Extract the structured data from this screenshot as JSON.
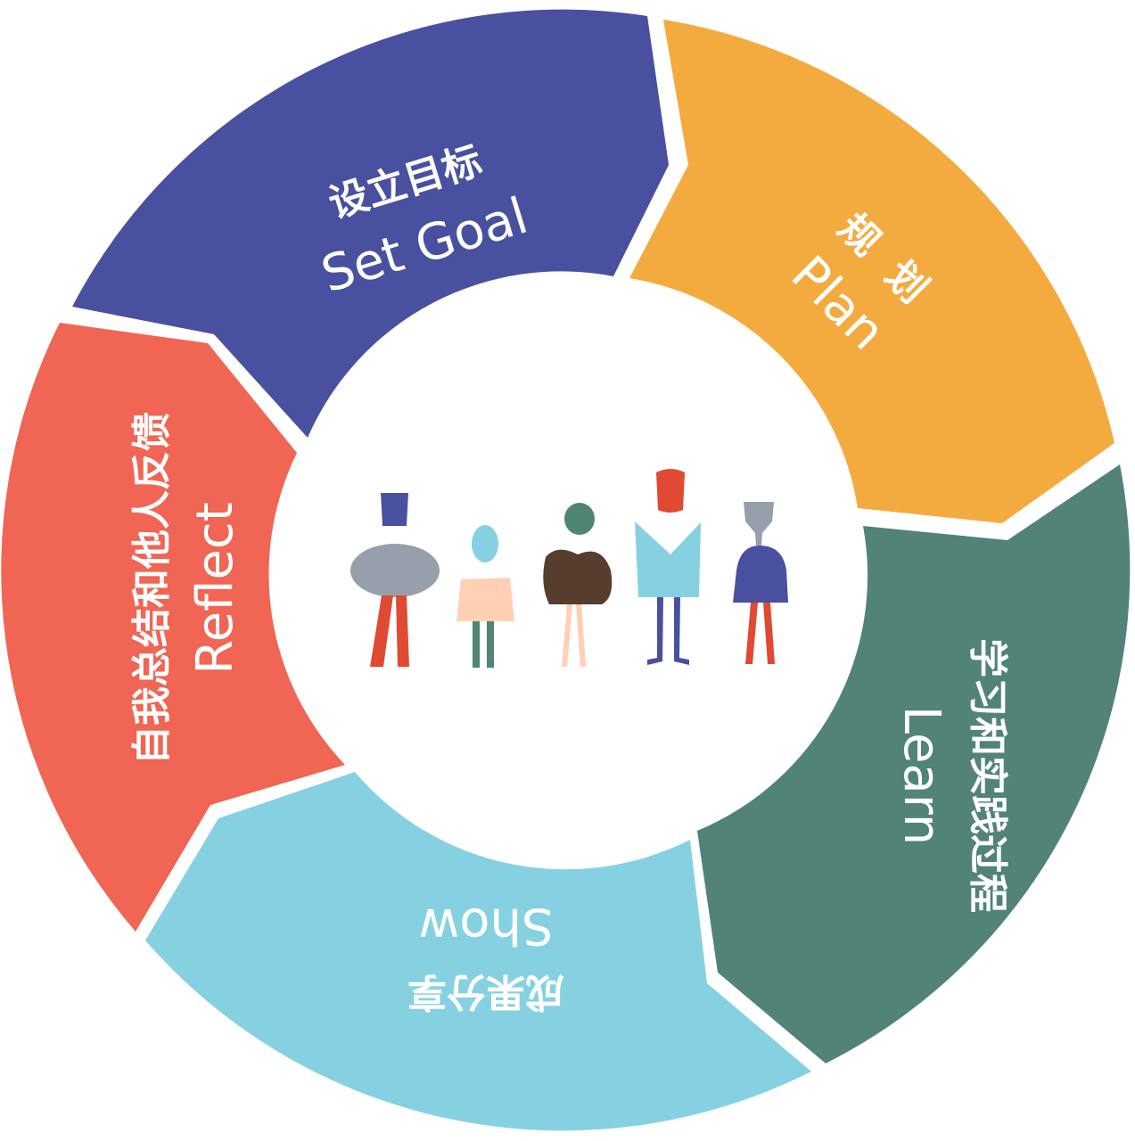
{
  "segments": [
    {
      "id": "set-goal",
      "label_zh": "设立目标",
      "label_en": "Set Goal",
      "color": "#4a50a0"
    },
    {
      "id": "plan",
      "label_zh": "规  划",
      "label_en": "Plan",
      "color": "#f3ab40"
    },
    {
      "id": "learn",
      "label_zh": "学习和实践过程",
      "label_en": "Learn",
      "color": "#528379"
    },
    {
      "id": "show",
      "label_zh": "成果分享",
      "label_en": "Show",
      "color": "#86d1e1"
    },
    {
      "id": "reflect",
      "label_zh": "自我总结和他人反馈",
      "label_en": "Reflect",
      "color": "#f06553"
    }
  ],
  "center": {
    "figures": [
      {
        "id": "figure-1",
        "head": "#4a50a0",
        "body": "#97a0aa",
        "legs": "#e04a33"
      },
      {
        "id": "figure-2",
        "head": "#86d1e1",
        "body": "#ffd0b4",
        "legs": "#4e8574"
      },
      {
        "id": "figure-3",
        "head": "#4e8574",
        "body": "#563d2d",
        "legs": "#ffd0b4"
      },
      {
        "id": "figure-4",
        "head": "#e04a33",
        "body": "#86d1e1",
        "legs": "#4a50a0"
      },
      {
        "id": "figure-5",
        "head": "#97a0aa",
        "body": "#4a50a0",
        "legs": "#e04a33"
      }
    ]
  }
}
